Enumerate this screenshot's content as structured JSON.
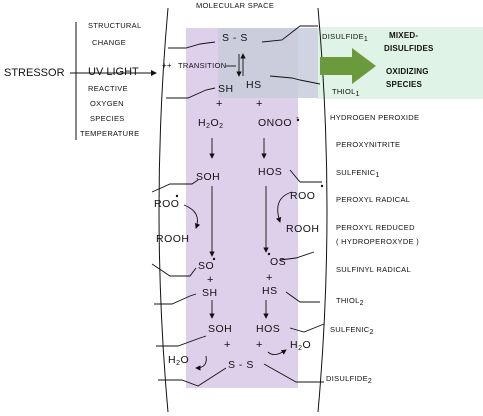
{
  "header": {
    "title": "MOLECULAR SPACE"
  },
  "left_panel": {
    "stressor": "STRESSOR",
    "items": [
      "STRUCTURAL",
      "CHANGE",
      "UV LIGHT",
      "REACTIVE",
      "OXYGEN",
      "SPECIES",
      "TEMPERATURE"
    ]
  },
  "molecules": {
    "ss_top": "S - S",
    "plusplus": "++",
    "transition": "TRANSITION",
    "sh": "SH",
    "hs": "HS",
    "plus1": "+",
    "plus2": "+",
    "h2o2_main": "H",
    "h2o2_sub": "2",
    "h2o2_end": "O",
    "h2o2_sub2": "2",
    "onoo": "ONOO",
    "onoo_sup": "-",
    "soh": "SOH",
    "hos": "HOS",
    "roo_left": "ROO",
    "rooh_left": "ROOH",
    "roo_right": "ROO",
    "rooh_right": "ROOH",
    "so_rad": "SO",
    "os_rad": "OS",
    "plus3": "+",
    "plus4": "+",
    "sh2": "SH",
    "hs2": "HS",
    "soh2": "SOH",
    "hos2": "HOS",
    "plus5": "+",
    "plus6": "+",
    "h2o_left_h": "H",
    "h2o_left_sub": "2",
    "h2o_left_o": "O",
    "h2o_right_h": "H",
    "h2o_right_sub": "2",
    "h2o_right_o": "O",
    "ss_bottom": "S - S"
  },
  "right_labels": {
    "disulfide1": "DISULFIDE",
    "disulfide1_sub": "1",
    "thiol1": "THIOL",
    "thiol1_sub": "1",
    "hydrogen_peroxide": "HYDROGEN PEROXIDE",
    "peroxynitrite": "PEROXYNITRITE",
    "sulfenic1": "SULFENIC",
    "sulfenic1_sub": "1",
    "peroxyl_radical": "PEROXYL RADICAL",
    "peroxyl_reduced": "PEROXYL REDUCED",
    "hydroperoxyde": "( HYDROPEROXYDE )",
    "sulfinyl_radical": "SULFINYL RADICAL",
    "thiol2": "THIOL",
    "thiol2_sub": "2",
    "sulfenic2": "SULFENIC",
    "sulfenic2_sub": "2",
    "disulfide2": "DISULFIDE",
    "disulfide2_sub": "2"
  },
  "result_box": {
    "line1": "MIXED-",
    "line2": "DISULFIDES",
    "line3": "OXIDIZING",
    "line4": "SPECIES"
  },
  "colors": {
    "lavender": "#dcd0ea",
    "slate_overlay": "#c9cfdc",
    "mint_box": "#dff3e6",
    "arrow_green": "#6b9a3c"
  }
}
